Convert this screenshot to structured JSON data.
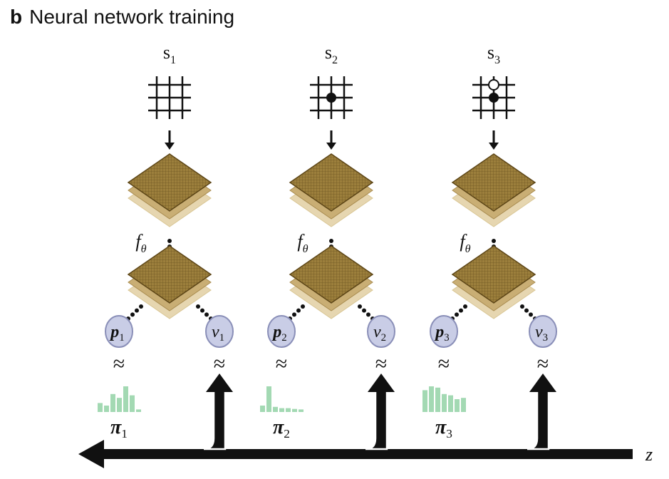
{
  "panel": {
    "letter": "b",
    "title": "Neural network training"
  },
  "columns": [
    {
      "state": "s",
      "state_sub": "1",
      "network": "f",
      "network_sub": "θ",
      "policy": "p",
      "policy_sub": "1",
      "value": "v",
      "value_sub": "1",
      "approx": "≈",
      "target_policy": "π",
      "target_policy_sub": "1",
      "stones": [],
      "policy_bars": [
        0.35,
        0.25,
        0.7,
        0.55,
        1.0,
        0.65,
        0.1
      ]
    },
    {
      "state": "s",
      "state_sub": "2",
      "network": "f",
      "network_sub": "θ",
      "policy": "p",
      "policy_sub": "2",
      "value": "v",
      "value_sub": "2",
      "approx": "≈",
      "target_policy": "π",
      "target_policy_sub": "2",
      "stones": [
        "black"
      ],
      "policy_bars": [
        0.25,
        1.0,
        0.2,
        0.15,
        0.15,
        0.12,
        0.1
      ]
    },
    {
      "state": "s",
      "state_sub": "3",
      "network": "f",
      "network_sub": "θ",
      "policy": "p",
      "policy_sub": "3",
      "value": "v",
      "value_sub": "3",
      "approx": "≈",
      "target_policy": "π",
      "target_policy_sub": "3",
      "stones": [
        "white",
        "black"
      ],
      "policy_bars": [
        0.85,
        1.0,
        0.95,
        0.7,
        0.65,
        0.5,
        0.55
      ]
    }
  ],
  "outcome_label": "z",
  "colors": {
    "ink": "#111111",
    "node_fill": "#c9cde6",
    "node_stroke": "#8a8fb8",
    "policy_bar": "#a3d9b3",
    "layer_top": "#9c7f3c",
    "layer_mid": "#c9ae74",
    "layer_bottom": "#e6d6b0"
  }
}
